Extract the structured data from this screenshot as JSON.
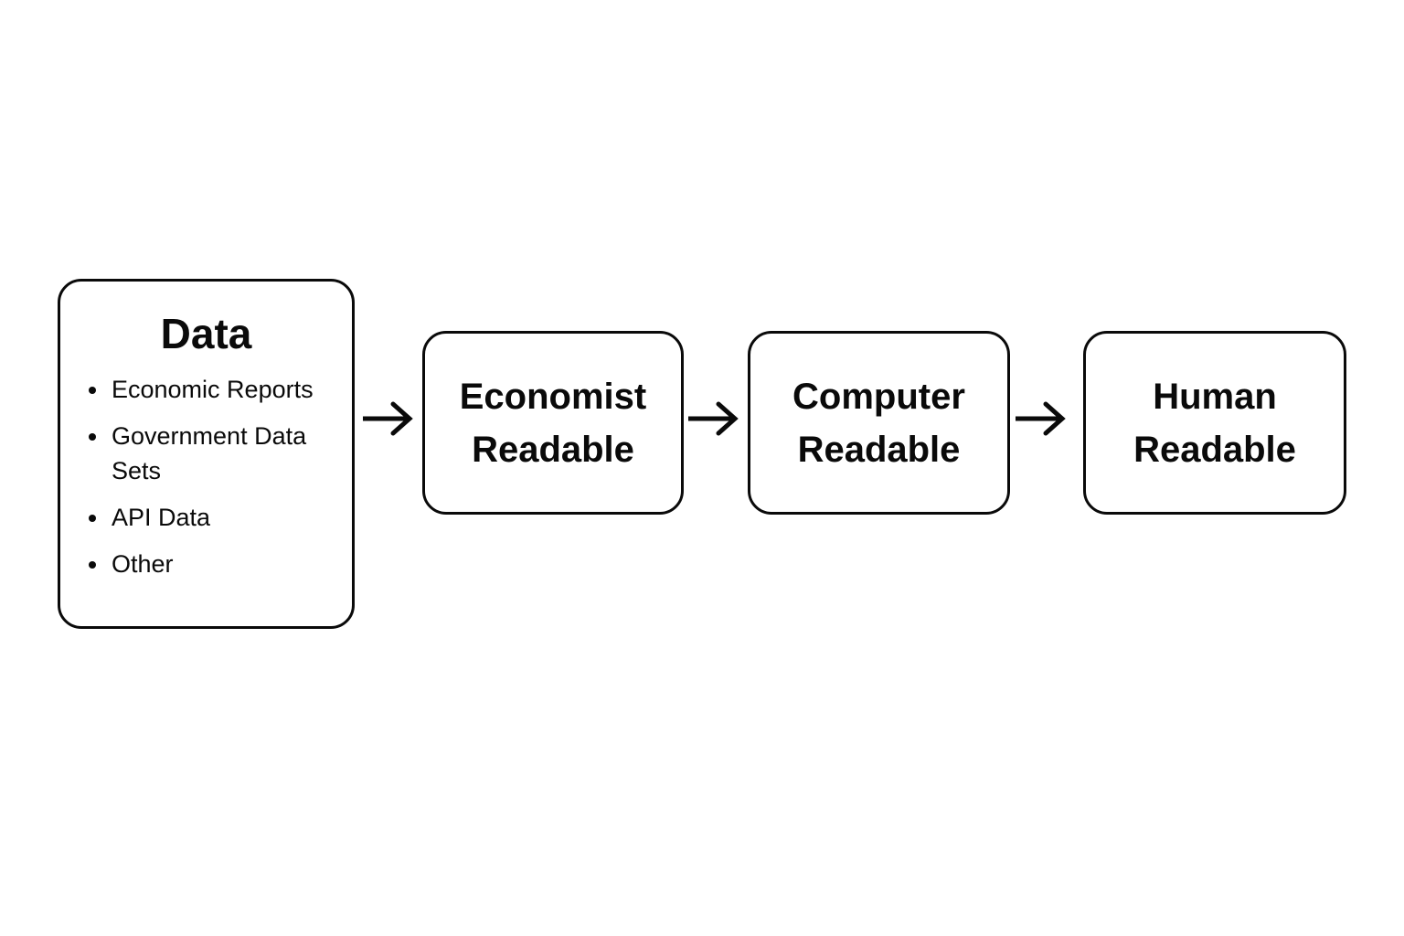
{
  "diagram": {
    "background_color": "#ffffff",
    "stroke_color": "#0a0a0a",
    "nodes": [
      {
        "id": "data",
        "title": "Data",
        "bullets": [
          "Economic Reports",
          "Government Data Sets",
          "API Data",
          "Other"
        ]
      },
      {
        "id": "economist-readable",
        "label": "Economist Readable"
      },
      {
        "id": "computer-readable",
        "label": "Computer Readable"
      },
      {
        "id": "human-readable",
        "label": "Human Readable"
      }
    ],
    "arrows": [
      {
        "from": "data",
        "to": "economist-readable"
      },
      {
        "from": "economist-readable",
        "to": "computer-readable"
      },
      {
        "from": "computer-readable",
        "to": "human-readable"
      }
    ]
  }
}
